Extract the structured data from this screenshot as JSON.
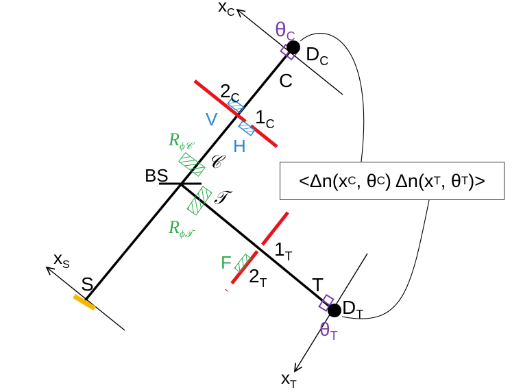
{
  "labels": {
    "xc": "x",
    "xc_sub": "C",
    "theta_c": "θ",
    "theta_c_sub": "C",
    "dc": "D",
    "dc_sub": "C",
    "c": "C",
    "two_c": "2",
    "two_c_sub": "C",
    "one_c": "1",
    "one_c_sub": "C",
    "v": "V",
    "h": "H",
    "r_phi_c": "R",
    "r_phi_c_sub": "ϕ𝒞",
    "script_c": "𝒞",
    "bs": "BS",
    "script_t": "𝒯",
    "r_phi_t": "R",
    "r_phi_t_sub": "ϕ𝒯",
    "xs": "x",
    "xs_sub": "S",
    "s": "S",
    "one_t": "1",
    "one_t_sub": "T",
    "f": "F",
    "two_t": "2",
    "two_t_sub": "T",
    "t": "T",
    "dt": "D",
    "dt_sub": "T",
    "theta_t": "θ",
    "theta_t_sub": "T",
    "xt": "x",
    "xt_sub": "T"
  },
  "correlation_box": {
    "open": "<Δn(x",
    "sub1": "C",
    "mid1": ", θ",
    "sub2": "C",
    "mid2": ") Δn(x",
    "sub3": "T",
    "mid3": ", θ",
    "sub4": "T",
    "close": ")>"
  },
  "colors": {
    "beam": "#000000",
    "red_screen": "#e8141b",
    "green_elem": "#2eaa4a",
    "blue_elem": "#2a86d1",
    "purple": "#7a3fa8",
    "source": "#f5b800"
  }
}
